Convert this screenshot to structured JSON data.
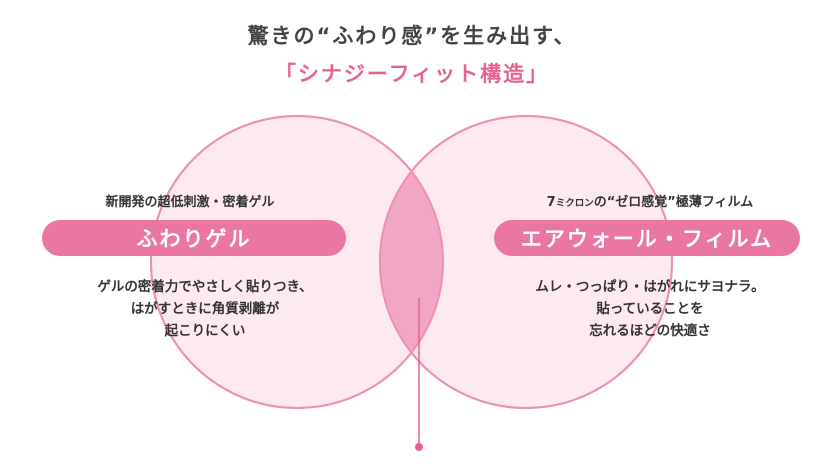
{
  "header": {
    "line1": "驚きの“ふわり感”を生み出す、",
    "line2": "「シナジーフィット構造」"
  },
  "left": {
    "caption": "新開発の超低刺激・密着ゲル",
    "label": "ふわりゲル",
    "description": [
      "ゲルの密着力でやさしく貼りつき、",
      "はがすときに角質剥離が",
      "起こりにくい"
    ]
  },
  "right": {
    "caption_prefix": "7",
    "caption_small": "ミクロン",
    "caption_rest": "の“ゼロ感覚”極薄フィルム",
    "label": "エアウォール・フィルム",
    "description": [
      "ムレ・つっぱり・はがれにサヨナラ。",
      "貼っていることを",
      "忘れるほどの快適さ"
    ]
  },
  "colors": {
    "circle_fill": "#fdeaf1",
    "circle_stroke": "#ee8fb4",
    "overlap_fill": "#f2a6c6",
    "accent": "#e8628e",
    "pill": "#ea76a4"
  }
}
